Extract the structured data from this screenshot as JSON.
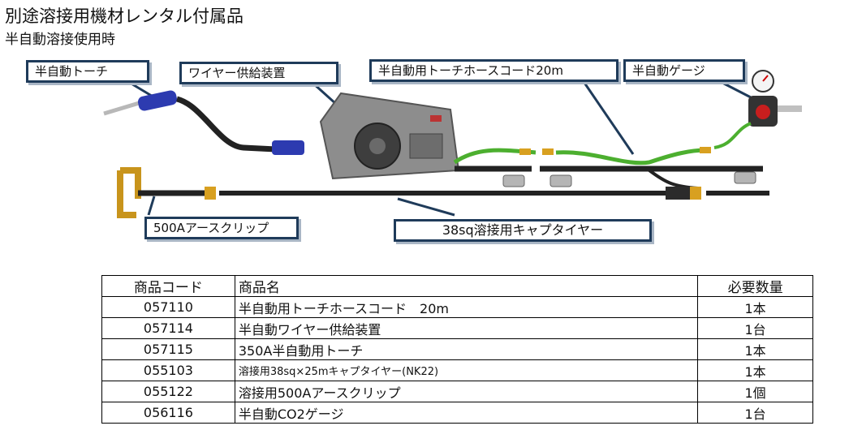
{
  "header": {
    "title": "別途溶接用機材レンタル付属品",
    "subtitle": "半自動溶接使用時"
  },
  "callouts": {
    "torch": "半自動トーチ",
    "wire_feeder": "ワイヤー供給装置",
    "hose_cord": "半自動用トーチホースコード20m",
    "gauge": "半自動ゲージ",
    "earth_clip": "500Aアースクリップ",
    "cabtire": "38sq溶接用キャプタイヤー"
  },
  "table": {
    "headers": {
      "code": "商品コード",
      "name": "商品名",
      "qty": "必要数量"
    },
    "rows": [
      {
        "code": "057110",
        "name": "半自動用トーチホースコード　20m",
        "qty": "1本"
      },
      {
        "code": "057114",
        "name": "半自動ワイヤー供給装置",
        "qty": "1台"
      },
      {
        "code": "057115",
        "name": "350A半自動用トーチ",
        "qty": "1本"
      },
      {
        "code": "055103",
        "name": "溶接用38sq×25mキャプタイヤー(NK22)",
        "qty": "1本"
      },
      {
        "code": "055122",
        "name": "溶接用500Aアースクリップ",
        "qty": "1個"
      },
      {
        "code": "056116",
        "name": "半自動CO2ゲージ",
        "qty": "1台"
      }
    ]
  },
  "colors": {
    "callout_border": "#1f3b5a",
    "callout_shadow": "#a9b6c5",
    "torch_blue": "#2d3bb0",
    "hose_green": "#4caf2f",
    "cable_black": "#222222",
    "connector_gold": "#d8a020",
    "feeder_gray": "#8d8d8d"
  }
}
